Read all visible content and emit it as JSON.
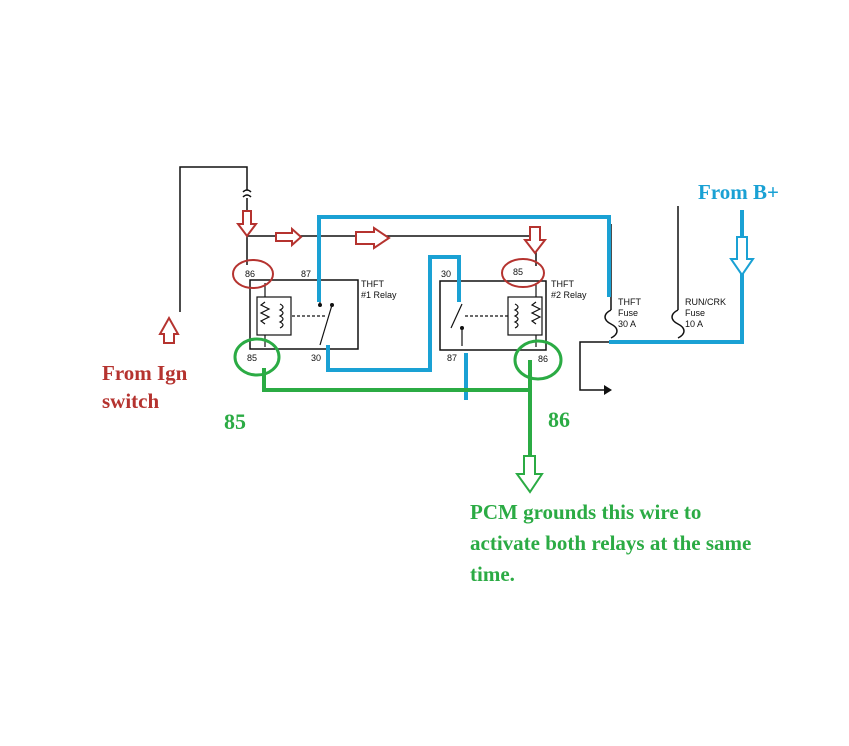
{
  "relay1": {
    "title": "THFT",
    "subtitle": "#1 Relay",
    "pin86": "86",
    "pin87": "87",
    "pin85": "85",
    "pin30": "30"
  },
  "relay2": {
    "title": "THFT",
    "subtitle": "#2 Relay",
    "pin30": "30",
    "pin85": "85",
    "pin87": "87",
    "pin86": "86"
  },
  "fuse_thft": {
    "name": "THFT",
    "type": "Fuse",
    "rating": "30 A"
  },
  "fuse_runcrk": {
    "name": "RUN/CRK",
    "type": "Fuse",
    "rating": "10 A"
  },
  "annotations": {
    "from_bplus": "From B+",
    "from_ign_line1": "From Ign",
    "from_ign_line2": "switch",
    "label_85": "85",
    "label_86": "86",
    "pcm_line1": "PCM grounds this wire to",
    "pcm_line2": "activate both relays at the same",
    "pcm_line3": "time."
  },
  "colors": {
    "wire": "#111111",
    "blue": "#1aa1d4",
    "green": "#2bab44",
    "red": "#b5332f"
  }
}
